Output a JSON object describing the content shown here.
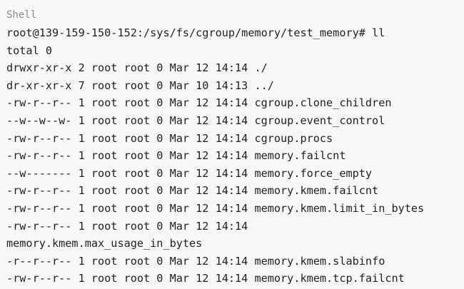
{
  "code_block": {
    "language": "Shell",
    "lines": [
      "root@139-159-150-152:/sys/fs/cgroup/memory/test_memory# ll",
      "total 0",
      "drwxr-xr-x 2 root root 0 Mar 12 14:14 ./",
      "dr-xr-xr-x 7 root root 0 Mar 10 14:13 ../",
      "-rw-r--r-- 1 root root 0 Mar 12 14:14 cgroup.clone_children",
      "--w--w--w- 1 root root 0 Mar 12 14:14 cgroup.event_control",
      "-rw-r--r-- 1 root root 0 Mar 12 14:14 cgroup.procs",
      "-rw-r--r-- 1 root root 0 Mar 12 14:14 memory.failcnt",
      "--w------- 1 root root 0 Mar 12 14:14 memory.force_empty",
      "-rw-r--r-- 1 root root 0 Mar 12 14:14 memory.kmem.failcnt",
      "-rw-r--r-- 1 root root 0 Mar 12 14:14 memory.kmem.limit_in_bytes",
      "-rw-r--r-- 1 root root 0 Mar 12 14:14",
      "memory.kmem.max_usage_in_bytes",
      "-r--r--r-- 1 root root 0 Mar 12 14:14 memory.kmem.slabinfo",
      "-rw-r--r-- 1 root root 0 Mar 12 14:14 memory.kmem.tcp.failcnt"
    ]
  }
}
